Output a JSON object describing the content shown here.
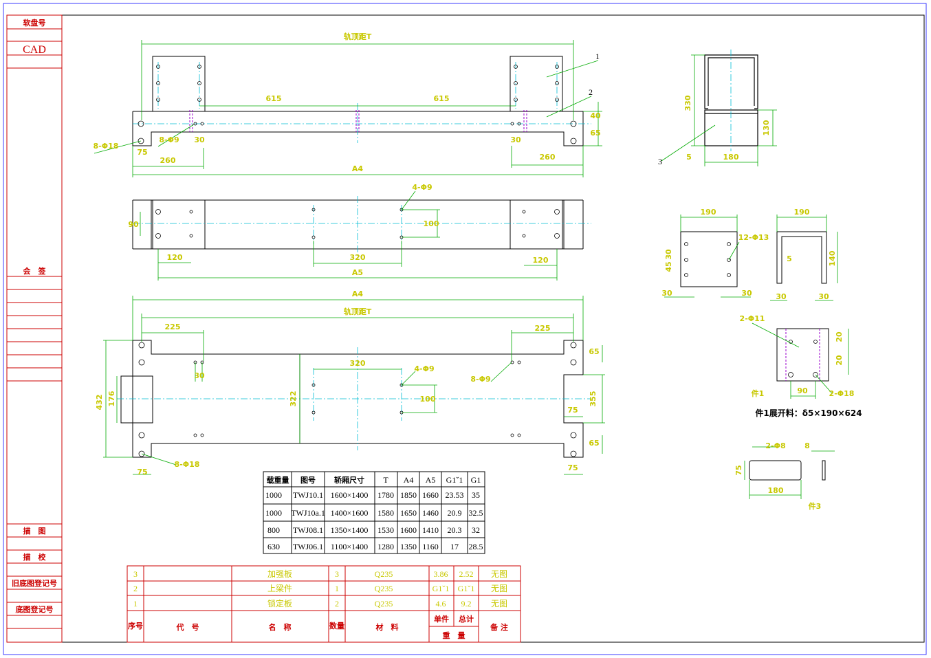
{
  "colors": {
    "outline": "#000000",
    "border_red": "#cc0000",
    "dimension": "#c8c800",
    "leader": "#00aa00",
    "centerline": "#00bcd4",
    "hidden": "#9900cc"
  },
  "side_panel": {
    "archive_no": "软盘号",
    "cad": "CAD",
    "countersign": "会　签",
    "drawn": "描　图",
    "checked": "描　校",
    "old_reg": "旧底图登记号",
    "base_reg": "底图登记号"
  },
  "top_view": {
    "dim_track": "轨顶距T",
    "dim_615_left": "615",
    "dim_615_right": "615",
    "dim_a4": "A4",
    "dim_260_left": "260",
    "dim_260_right": "260",
    "dim_75": "75",
    "dim_30_left": "30",
    "dim_30_right": "30",
    "dim_40": "40",
    "dim_65": "65",
    "holes_18": "8-Φ18",
    "holes_9": "8-Φ9",
    "part_1": "1",
    "part_2": "2"
  },
  "mid_view": {
    "holes_9": "4-Φ9",
    "dim_90": "90",
    "dim_100": "100",
    "dim_120_left": "120",
    "dim_320": "320",
    "dim_120_right": "120",
    "dim_a5": "A5"
  },
  "bottom_view": {
    "dim_a4": "A4",
    "dim_track": "轨顶距T",
    "dim_225_left": "225",
    "dim_225_right": "225",
    "dim_320": "320",
    "dim_30": "30",
    "holes_9a": "4-Φ9",
    "holes_9b": "8-Φ9",
    "holes_18": "8-Φ18",
    "dim_100": "100",
    "dim_432": "432",
    "dim_176": "176",
    "dim_322": "322",
    "dim_65a": "65",
    "dim_355": "355",
    "dim_75a": "75",
    "dim_65b": "65",
    "dim_75b": "75",
    "dim_75c": "75"
  },
  "section_view": {
    "dim_330": "330",
    "dim_130": "130",
    "dim_5": "5",
    "dim_180": "180",
    "part_3": "3"
  },
  "part1_views": {
    "dim_190a": "190",
    "dim_190b": "190",
    "holes_13": "12-Φ13",
    "dim_30a": "30",
    "dim_30b": "30",
    "dim_30c": "30",
    "dim_30d": "30",
    "dim_45": "45",
    "dim_5": "5",
    "dim_140": "140",
    "holes_11": "2-Φ11",
    "holes_18": "2-Φ18",
    "dim_90": "90",
    "dim_20a": "20",
    "dim_20b": "20",
    "dim_30e": "30",
    "caption": "件1",
    "unfold": "件1展开料：δ5×190×624"
  },
  "part3_views": {
    "holes_8": "2-Φ8",
    "dim_8": "8",
    "dim_75": "75",
    "dim_180": "180",
    "caption": "件3"
  },
  "spec_table": {
    "headers": [
      "载重量",
      "图号",
      "轿厢尺寸",
      "T",
      "A4",
      "A5",
      "G1ˇ1",
      "G1"
    ],
    "rows": [
      [
        "1000",
        "TWJ10.1",
        "1600×1400",
        "1780",
        "1850",
        "1660",
        "23.53",
        "35"
      ],
      [
        "1000",
        "TWJ10a.1",
        "1400×1600",
        "1580",
        "1650",
        "1460",
        "20.9",
        "32.5"
      ],
      [
        "800",
        "TWJ08.1",
        "1350×1400",
        "1530",
        "1600",
        "1410",
        "20.3",
        "32"
      ],
      [
        "630",
        "TWJ06.1",
        "1100×1400",
        "1280",
        "1350",
        "1160",
        "17",
        "28.5"
      ]
    ]
  },
  "parts_list": {
    "rows": [
      [
        "3",
        "",
        "加强板",
        "3",
        "Q235",
        "3.86",
        "2.52",
        "无图"
      ],
      [
        "2",
        "",
        "上梁件",
        "1",
        "Q235",
        "G1ˇ1",
        "G1ˇ1",
        "无图"
      ],
      [
        "1",
        "",
        "锁定板",
        "2",
        "Q235",
        "4.6",
        "9.2",
        "无图"
      ]
    ],
    "h_no": "序号",
    "h_code": "代　号",
    "h_name": "名　称",
    "h_qty": "数量",
    "h_mat": "材　料",
    "h_unit": "单件",
    "h_total": "总计",
    "h_weight": "重　量",
    "h_note": "备 注"
  }
}
